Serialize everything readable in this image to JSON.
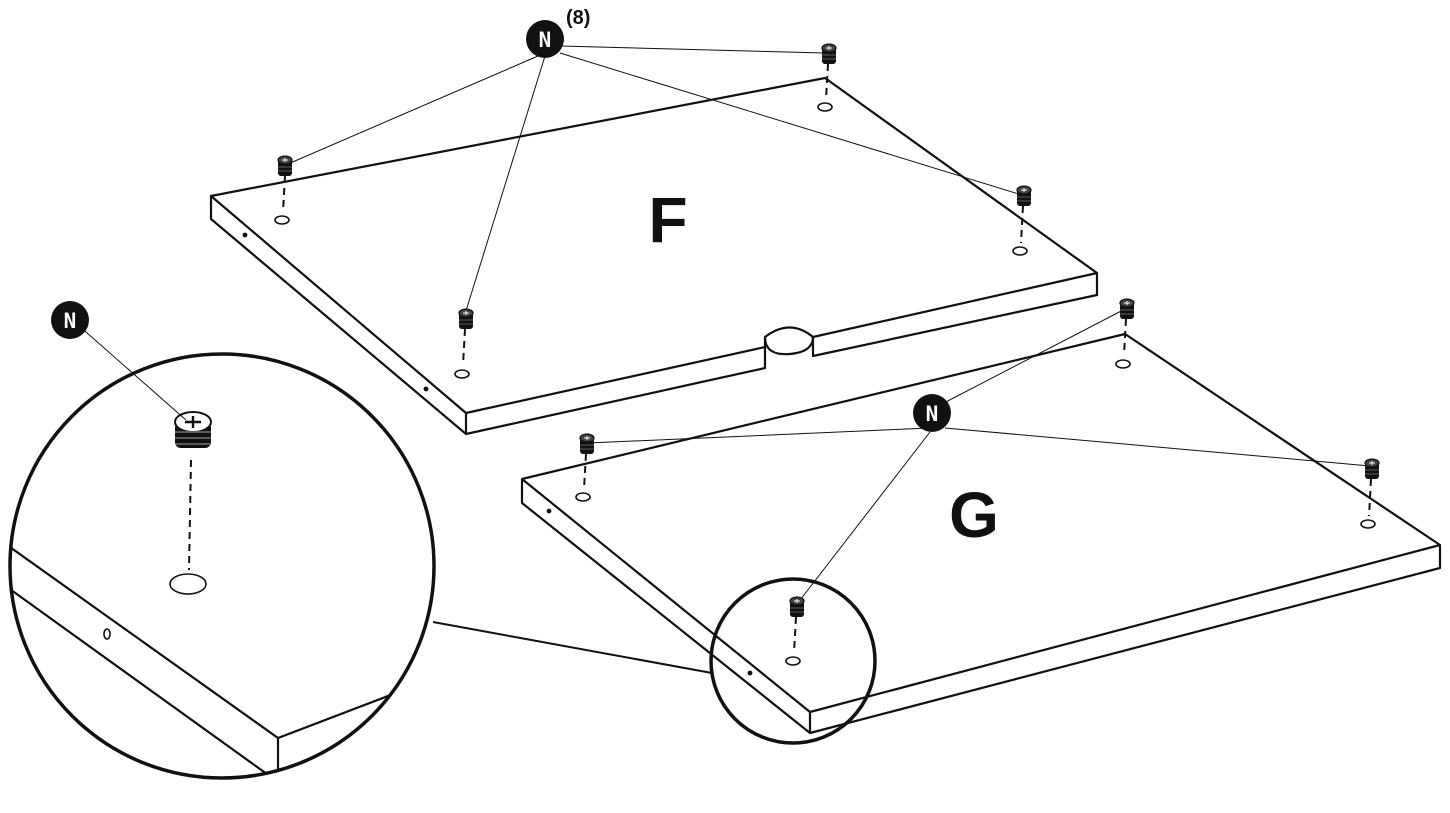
{
  "panels": {
    "f_label": "F",
    "g_label": "G"
  },
  "callouts": {
    "part_letter": "N",
    "quantity": "(8)"
  },
  "icons": {
    "part_badge": "black-circle-badge",
    "cam_lock": "cam-lock-icon"
  },
  "colors": {
    "ink": "#111111",
    "paper": "#ffffff"
  }
}
